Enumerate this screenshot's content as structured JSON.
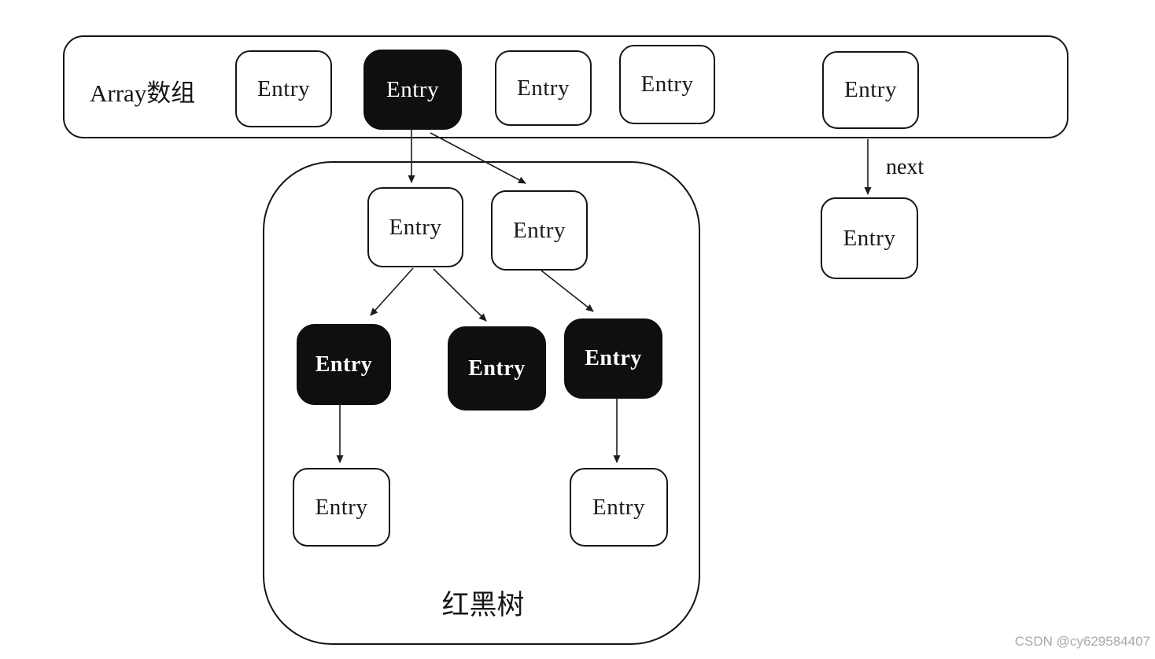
{
  "array": {
    "label": "Array数组",
    "entries": [
      {
        "label": "Entry",
        "variant": "white"
      },
      {
        "label": "Entry",
        "variant": "black"
      },
      {
        "label": "Entry",
        "variant": "white"
      },
      {
        "label": "Entry",
        "variant": "white"
      },
      {
        "label": "Entry",
        "variant": "white"
      }
    ]
  },
  "next": {
    "label": "next",
    "entry": {
      "label": "Entry"
    }
  },
  "tree": {
    "label": "红黑树",
    "nodes": [
      {
        "id": "root-left",
        "label": "Entry",
        "variant": "white"
      },
      {
        "id": "root-right",
        "label": "Entry",
        "variant": "white"
      },
      {
        "id": "mid-left",
        "label": "Entry",
        "variant": "black"
      },
      {
        "id": "mid-center",
        "label": "Entry",
        "variant": "black"
      },
      {
        "id": "mid-right",
        "label": "Entry",
        "variant": "black"
      },
      {
        "id": "leaf-left",
        "label": "Entry",
        "variant": "white"
      },
      {
        "id": "leaf-right",
        "label": "Entry",
        "variant": "white"
      }
    ]
  },
  "watermark": "CSDN @cy629584407",
  "colors": {
    "node_black": "#0f0f0f",
    "border": "#151515",
    "watermark_gray": "#a9a9a9"
  }
}
